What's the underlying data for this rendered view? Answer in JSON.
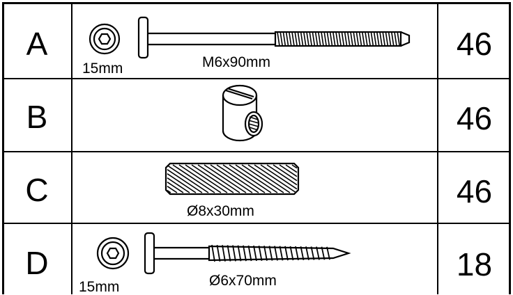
{
  "parts": [
    {
      "letter": "A",
      "quantity": "46",
      "head_label": "15mm",
      "size_label": "M6x90mm",
      "icon": "bolt-icon"
    },
    {
      "letter": "B",
      "quantity": "46",
      "icon": "barrel-nut-icon"
    },
    {
      "letter": "C",
      "quantity": "46",
      "size_label": "Ø8x30mm",
      "icon": "wood-dowel-icon"
    },
    {
      "letter": "D",
      "quantity": "18",
      "head_label": "15mm",
      "size_label": "Ø6x70mm",
      "icon": "wood-screw-icon"
    }
  ],
  "colors": {
    "line": "#000000",
    "background": "#ffffff"
  }
}
